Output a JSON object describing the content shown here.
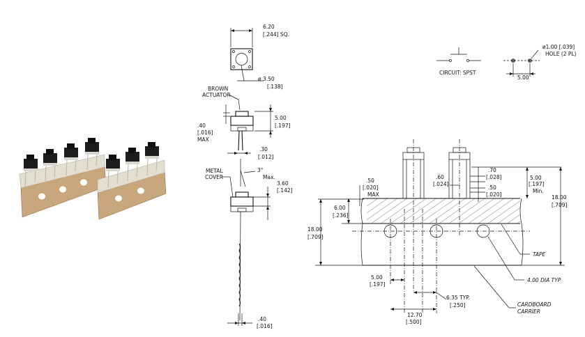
{
  "top_view": {
    "width_mm": "6.20",
    "width_in": "[.244] SQ.",
    "actuator_dia_mm": "ø 3.50",
    "actuator_dia_in": "[.138]"
  },
  "side_view": {
    "actuator_label_1": "BROWN",
    "actuator_label_2": "ACTUATOR",
    "height_mm": "5.00",
    "height_in": "[.197]",
    "max_mm": ".40",
    "max_in": "[.016]",
    "max_word": "MAX",
    "lead_thk_mm": ".30",
    "lead_thk_in": "[.012]",
    "cover_label_1": "METAL",
    "cover_label_2": "COVER",
    "angle": "3°",
    "angle_note": "Max.",
    "height2_mm": "3.60",
    "height2_in": "[.142]",
    "lead_mm": ".40",
    "lead_in": "[.016]"
  },
  "circuit": {
    "label": "CIRCUIT: SPST",
    "hole_mm": "ø1.00 [.039]",
    "hole_note": "HOLE (2 PL)",
    "spacing": "5.00"
  },
  "tape": {
    "max_mm": ".50",
    "max_in": "[.020]",
    "max_word": "MAX",
    "d600_mm": "6.00",
    "d600_in": "[.236]",
    "d060_mm": ".60",
    "d060_in": "[.024]",
    "d070_mm": ".70",
    "d070_in": "[.028]",
    "d050_mm": ".50",
    "d050_in": "[.020]",
    "min_mm": "5.00",
    "min_in": "[.197]",
    "min_word": "Min.",
    "left18_mm": "18.00",
    "left18_in": "[.709]",
    "right18_mm": "18.00",
    "right18_in": "[.709]",
    "tape_label": "TAPE",
    "hole_dia_label": "4.00 DIA TYP",
    "d500_mm": "5.00",
    "d500_in": "[.197]",
    "d635_mm": "6.35 TYP.",
    "d635_in": "[.250]",
    "d1270_mm": "12.70",
    "d1270_in": "[.500]",
    "carrier_1": "CARDBOARD",
    "carrier_2": "CARRIER"
  },
  "colors": {
    "line": "#111111",
    "cardboard": "#c9a77c",
    "tape": "#e3dfd0",
    "switch_body": "#1c1c1c",
    "switch_base": "#d8d6cf"
  }
}
